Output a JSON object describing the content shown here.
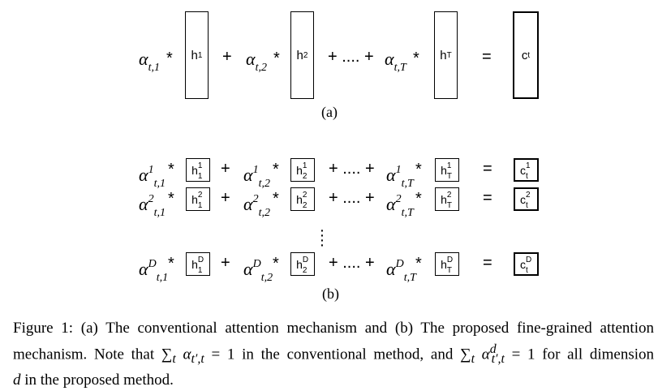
{
  "part_a": {
    "terms": [
      {
        "alpha": "α",
        "sub": "t,1",
        "h": "h",
        "h_sub": "1"
      },
      {
        "alpha": "α",
        "sub": "t,2",
        "h": "h",
        "h_sub": "2"
      },
      {
        "alpha": "α",
        "sub": "t,T",
        "h": "h",
        "h_sub": "T"
      }
    ],
    "star": "*",
    "plus": "+",
    "ellipsis_plus": "+ .... +",
    "equals": "=",
    "result": "c",
    "result_sub": "t",
    "label": "(a)"
  },
  "part_b": {
    "rows": [
      {
        "sup": "1",
        "terms": [
          {
            "sub": "t,1",
            "h_sub": "1"
          },
          {
            "sub": "t,2",
            "h_sub": "2"
          },
          {
            "sub": "t,T",
            "h_sub": "T"
          }
        ],
        "c_sup": "1",
        "c_sub": "t"
      },
      {
        "sup": "2",
        "terms": [
          {
            "sub": "t,1",
            "h_sub": "1"
          },
          {
            "sub": "t,2",
            "h_sub": "2"
          },
          {
            "sub": "t,T",
            "h_sub": "T"
          }
        ],
        "c_sup": "2",
        "c_sub": "t"
      },
      {
        "sup": "D",
        "terms": [
          {
            "sub": "t,1",
            "h_sub": "1"
          },
          {
            "sub": "t,2",
            "h_sub": "2"
          },
          {
            "sub": "t,T",
            "h_sub": "T"
          }
        ],
        "c_sup": "D",
        "c_sub": "t"
      }
    ],
    "vdots": "⋮",
    "label": "(b)"
  },
  "caption": {
    "line1": "Figure 1: (a) The conventional attention mechanism and (b) The proposed fine-grained attention",
    "line2_a": "mechanism. Note that ",
    "line2_f1": "∑",
    "line2_f1_sub": "t",
    "line2_f1_rest": " α",
    "line2_f1_rest_sub": "t′,t",
    "line2_f1_eq": " = 1",
    "line2_b": " in the conventional method, and ",
    "line2_f2": "∑",
    "line2_f2_sub": "t",
    "line2_f2_rest": " α",
    "line2_f2_rest_sup": "d",
    "line2_f2_rest_sub": "t′,t",
    "line2_f2_eq": " = 1",
    "line2_c": " for all dimension",
    "line3_var": "d",
    "line3_rest": " in the proposed method."
  }
}
